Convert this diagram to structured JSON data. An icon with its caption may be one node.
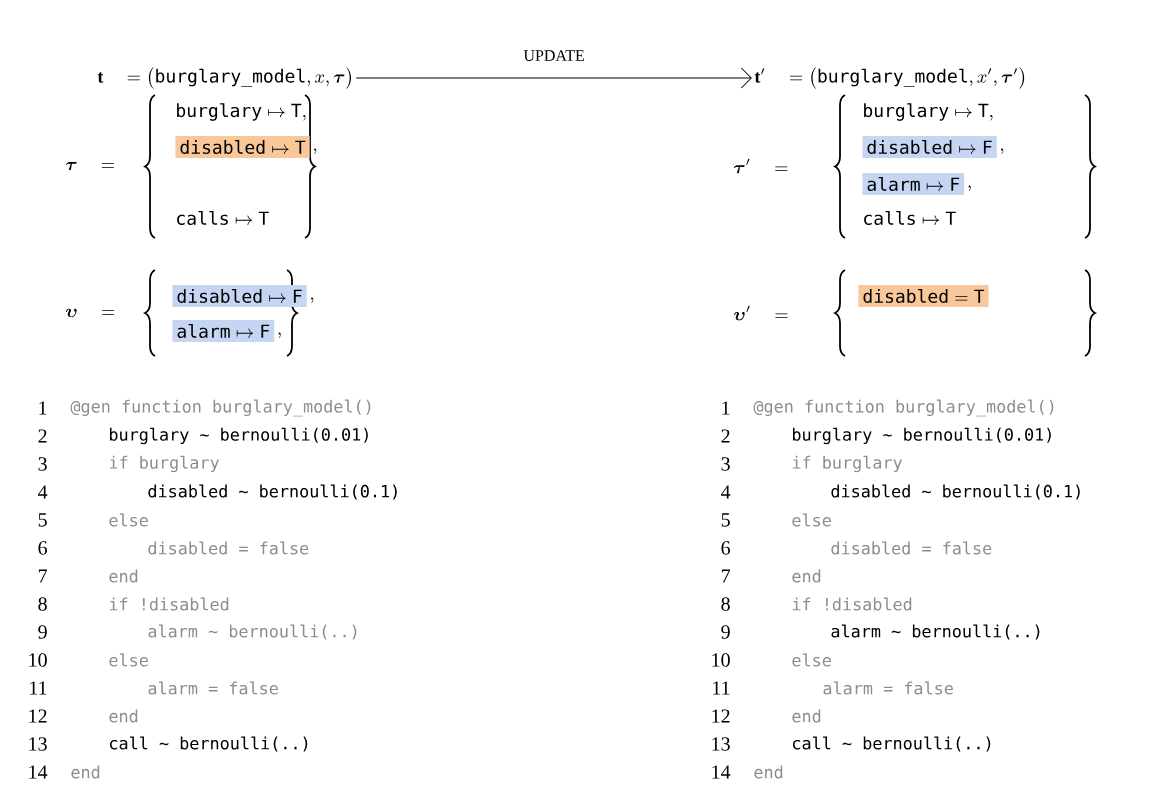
{
  "diagram": {
    "nodes": [
      {
        "text": [
          "\\mathbf{t}\\quad=\\big(\\texttt{burglary\\_model}, x, \\boldsymbol{\\tau}\\big)"
        ]
      },
      {
        "text": [
          "\\mathbf{t}'\\quad=\\big(\\texttt{burglary\\_model}, x', \\boldsymbol{\\tau}'\\big)"
        ]
      },
      {
        "text": [
          "\\texttt{disabled}\\mapsto\\texttt{T}"
        ]
      },
      {
        "text": [
          "\\texttt{disabled}\\mapsto\\texttt{F}"
        ]
      },
      {
        "text": [
          "\\texttt{alarm}\\mapsto\\texttt{F}"
        ]
      },
      {
        "text": [
          "\\texttt{disabled}\\mapsto\\texttt{F}"
        ]
      },
      {
        "text": [
          "\\texttt{alarm}\\mapsto\\texttt{F}"
        ]
      },
      {
        "text": [
          "\\texttt{disabled} = \\texttt{T}"
        ]
      }
    ],
    "edges": [
      {
        "from": 0,
        "to": 1,
        "arrow": "to",
        "label": "UPDATE"
      }
    ],
    "labels": [
      "\\boldsymbol{\\tau}\\quad=",
      "\\texttt{burglary}\\mapsto\\texttt{T},",
      ",",
      "\\texttt{calls}\\mapsto\\texttt{T}",
      "\\boldsymbol{\\upsilon}\\quad=",
      ",",
      ",",
      "\\boldsymbol{\\tau}'\\quad=",
      "\\texttt{burglary}\\mapsto\\texttt{T},",
      ",",
      ",",
      "\\texttt{calls}\\mapsto\\texttt{T}",
      "\\boldsymbol{\\upsilon}'\\quad=",
      "1",
      "@gen function burglary_model()",
      "2",
      "burglary ∼ bernoulli(0.01)",
      "3",
      "if burglary",
      "4",
      "disabled ∼ bernoulli(0.1)",
      "5",
      "else",
      "6",
      "disabled = false",
      "7",
      "end",
      "8",
      "if !disabled",
      "9",
      "alarm ∼ bernoulli(..)",
      "10",
      "else",
      "11",
      "alarm = false",
      "12",
      "end",
      "13",
      "call ∼ bernoulli(..)",
      "14",
      "end",
      "1",
      "@gen function burglary_model()",
      "2",
      "burglary ∼ bernoulli(0.01)",
      "3",
      "if burglary",
      "4",
      "disabled ∼ bernoulli(0.1)",
      "5",
      "else",
      "6",
      "disabled = false",
      "7",
      "end",
      "8",
      "if !disabled",
      "9",
      "alarm ∼ bernoulli(..)",
      "10",
      "else",
      "11",
      "alarm = false",
      "12",
      "end",
      "13",
      "call ∼ bernoulli(..)",
      "14",
      "end"
    ]
  }
}
